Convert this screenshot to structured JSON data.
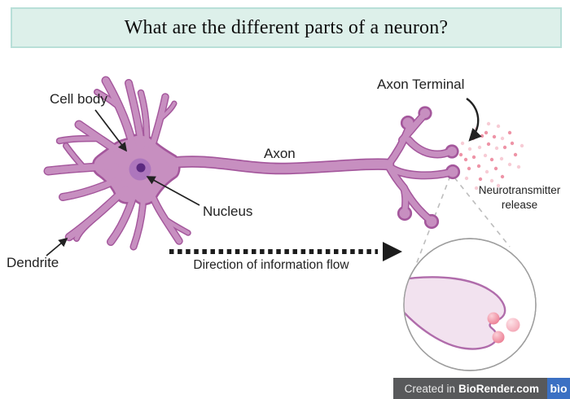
{
  "title": "What are the different parts of a neuron?",
  "labels": {
    "cell_body": "Cell body",
    "nucleus": "Nucleus",
    "axon": "Axon",
    "axon_terminal": "Axon Terminal",
    "dendrite": "Dendrite",
    "direction_of_flow": "Direction of information flow",
    "neurotransmitter_release": "Neurotransmitter release"
  },
  "badge": {
    "created_in": "Created in",
    "brand": "BioRender.com",
    "logo": "bìo"
  },
  "colors": {
    "title_background": "#ddf0ea",
    "title_border": "#b8dfd8",
    "neuron_fill": "#c78fc0",
    "neuron_outline": "#a4579c",
    "nucleus_outer": "#ad76bd",
    "nucleus_inner": "#5b2a80",
    "neurotransmitter_dot": "#ee8fa3",
    "synapse_fill": "#f2e2ef",
    "synapse_outline": "#b06cab",
    "vesicle_pink": "#ee8398",
    "badge_background": "#58595b",
    "badge_logo_blue": "#3b70c3"
  }
}
